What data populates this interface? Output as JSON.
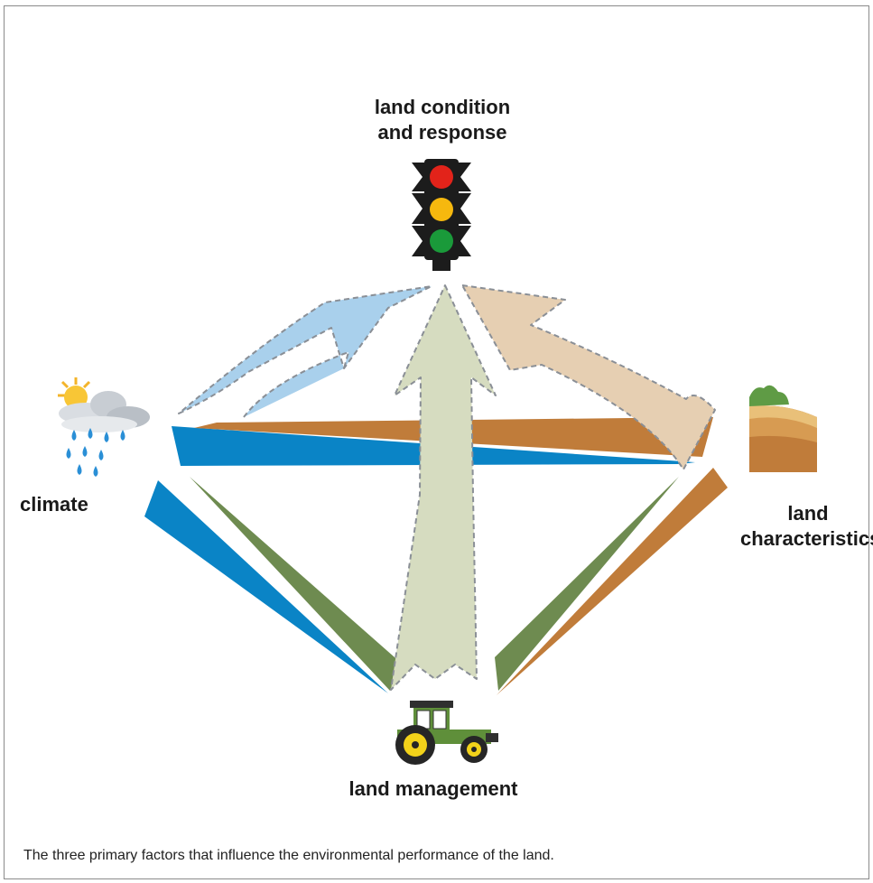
{
  "nodes": {
    "top": {
      "line1": "land condition",
      "line2": "and response",
      "icon": "traffic-light-icon"
    },
    "left": {
      "label": "climate",
      "icon": "weather-icon"
    },
    "right": {
      "line1": "land",
      "line2": "characteristics",
      "icon": "soil-profile-icon"
    },
    "bottom": {
      "label": "land management",
      "icon": "tractor-icon"
    }
  },
  "colors": {
    "climate": "#0a84c6",
    "land_characteristics": "#c07c3a",
    "land_management": "#6e8b50",
    "arrow_climate": "#a9d0ec",
    "arrow_characteristics": "#e6cfb2",
    "arrow_management": "#d6dcc0",
    "dash": "#8a8f96"
  },
  "caption": "The three primary factors that influence the environmental performance of the land."
}
